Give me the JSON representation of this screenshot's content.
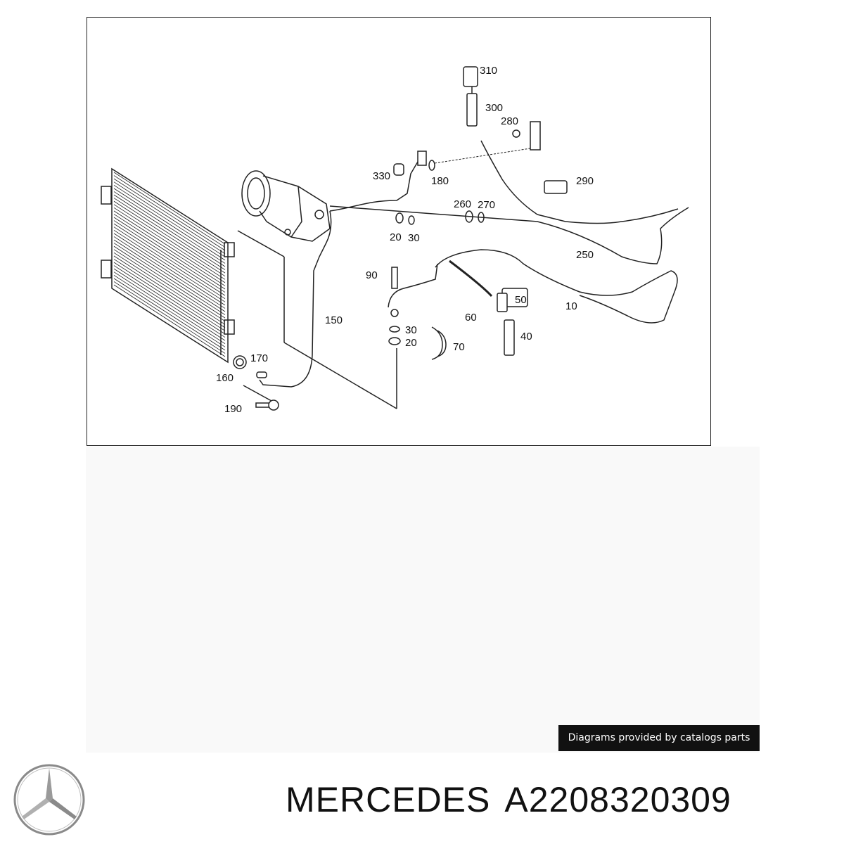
{
  "diagram": {
    "callouts": [
      "310",
      "300",
      "280",
      "330",
      "180",
      "290",
      "260",
      "270",
      "20",
      "30",
      "250",
      "90",
      "10",
      "50",
      "150",
      "60",
      "40",
      "30",
      "20",
      "70",
      "170",
      "160",
      "190"
    ]
  },
  "credit": {
    "text": "Diagrams provided by catalogs parts"
  },
  "brand": {
    "name": "MERCEDES",
    "part_number": "A2208320309",
    "logo": "mercedes-star-logo"
  },
  "colors": {
    "line": "#222222",
    "credit_bg": "#111111",
    "panel_bg": "#f9f9f9"
  }
}
